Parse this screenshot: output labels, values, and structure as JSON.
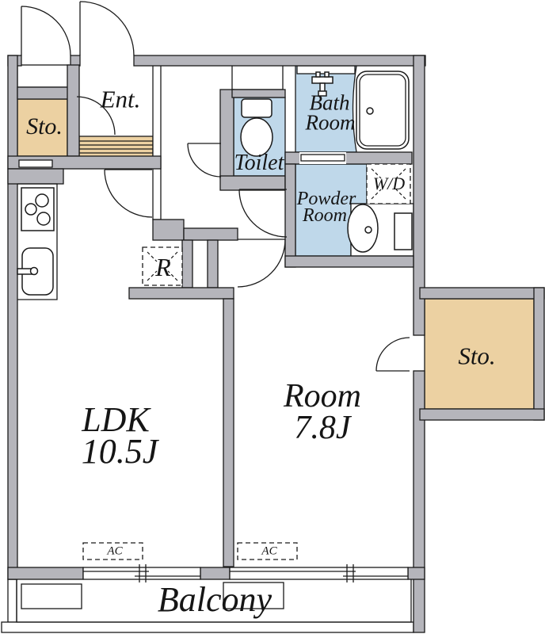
{
  "plan": {
    "rooms": {
      "entrance": {
        "label": "Ent."
      },
      "storage_left": {
        "label": "Sto."
      },
      "toilet": {
        "label": "Toilet"
      },
      "bathroom": {
        "line1": "Bath",
        "line2": "Room"
      },
      "powder_room": {
        "line1": "Powder",
        "line2": "Room"
      },
      "ldk": {
        "line1": "LDK",
        "line2": "10.5J"
      },
      "bedroom": {
        "line1": "Room",
        "line2": "7.8J"
      },
      "storage_right": {
        "label": "Sto."
      },
      "balcony": {
        "label": "Balcony"
      }
    },
    "equipment": {
      "washer_dryer": "W/D",
      "refrigerator": "R",
      "ac_ldk": "AC",
      "ac_room": "AC"
    },
    "colors": {
      "wall": "#b5b5bb",
      "wet_area": "#bfd8ea",
      "storage": "#ecd1a2",
      "line": "#1a1a1a",
      "background": "#ffffff"
    }
  }
}
